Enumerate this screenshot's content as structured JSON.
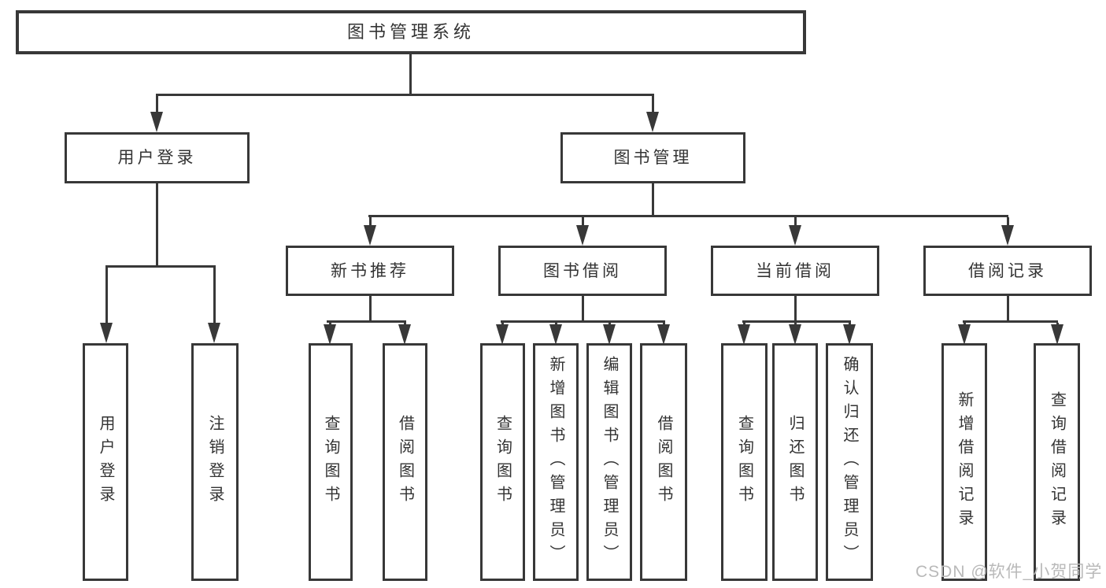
{
  "tree": {
    "label": "图书管理系统",
    "children": [
      {
        "label": "用户登录",
        "children": [
          {
            "label": "用户登录"
          },
          {
            "label": "注销登录"
          }
        ]
      },
      {
        "label": "图书管理",
        "children": [
          {
            "label": "新书推荐",
            "children": [
              {
                "label": "查询图书"
              },
              {
                "label": "借阅图书"
              }
            ]
          },
          {
            "label": "图书借阅",
            "children": [
              {
                "label": "查询图书"
              },
              {
                "label": "新增图书（管理员）"
              },
              {
                "label": "编辑图书（管理员）"
              },
              {
                "label": "借阅图书"
              }
            ]
          },
          {
            "label": "当前借阅",
            "children": [
              {
                "label": "查询图书"
              },
              {
                "label": "归还图书"
              },
              {
                "label": "确认归还（管理员）"
              }
            ]
          },
          {
            "label": "借阅记录",
            "children": [
              {
                "label": "新增借阅记录"
              },
              {
                "label": "查询借阅记录"
              }
            ]
          }
        ]
      }
    ]
  },
  "watermark": "CSDN @软件_小贺同学",
  "colors": {
    "line": "#383838",
    "text": "#333333",
    "watermark": "#b9b9b9",
    "background": "#ffffff"
  }
}
